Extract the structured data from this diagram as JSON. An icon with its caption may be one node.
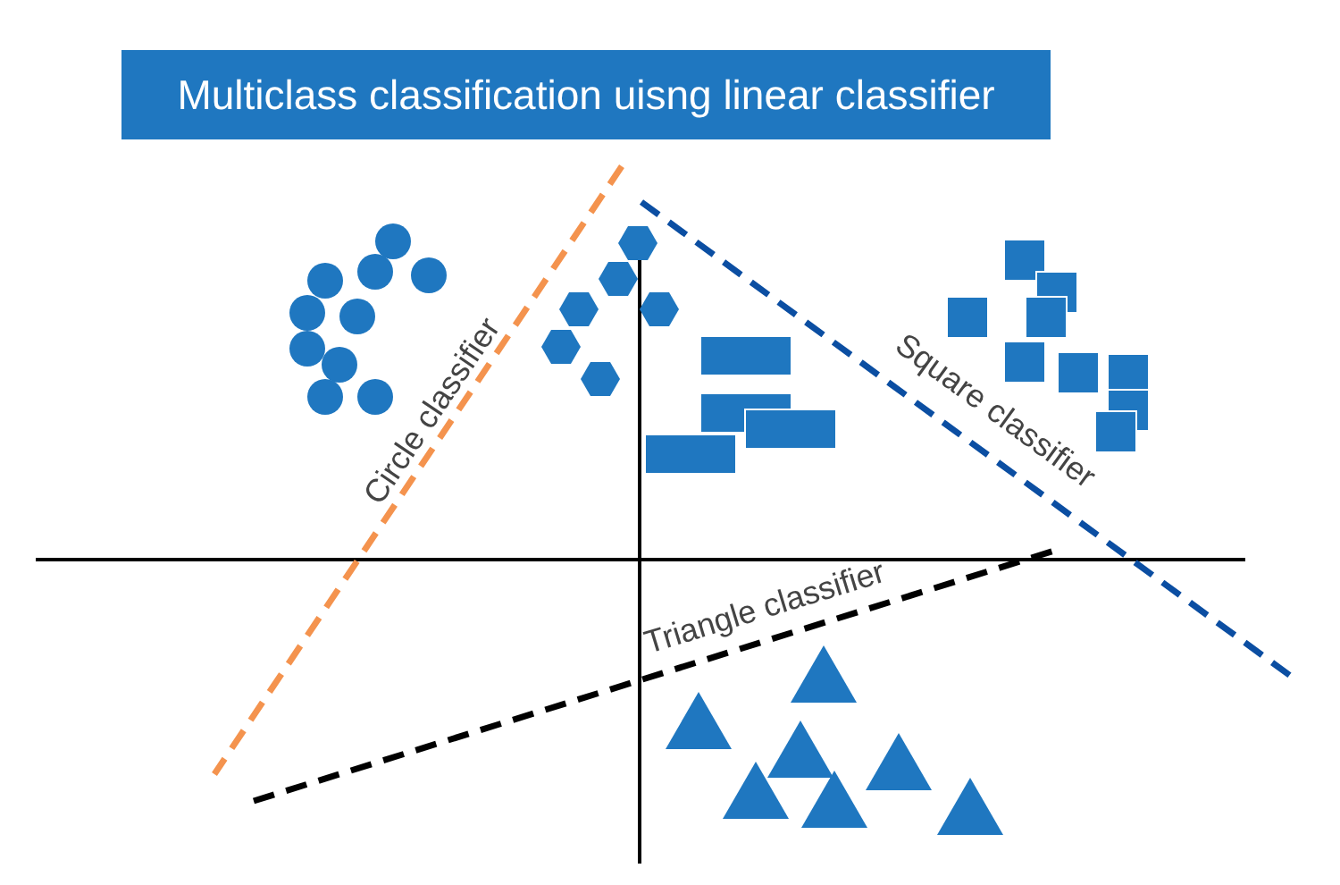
{
  "diagram": {
    "title": "Multiclass classification uisng linear classifier",
    "labels": [
      "Circle classifier",
      "Square classifier",
      "Triangle classifier"
    ]
  }
}
